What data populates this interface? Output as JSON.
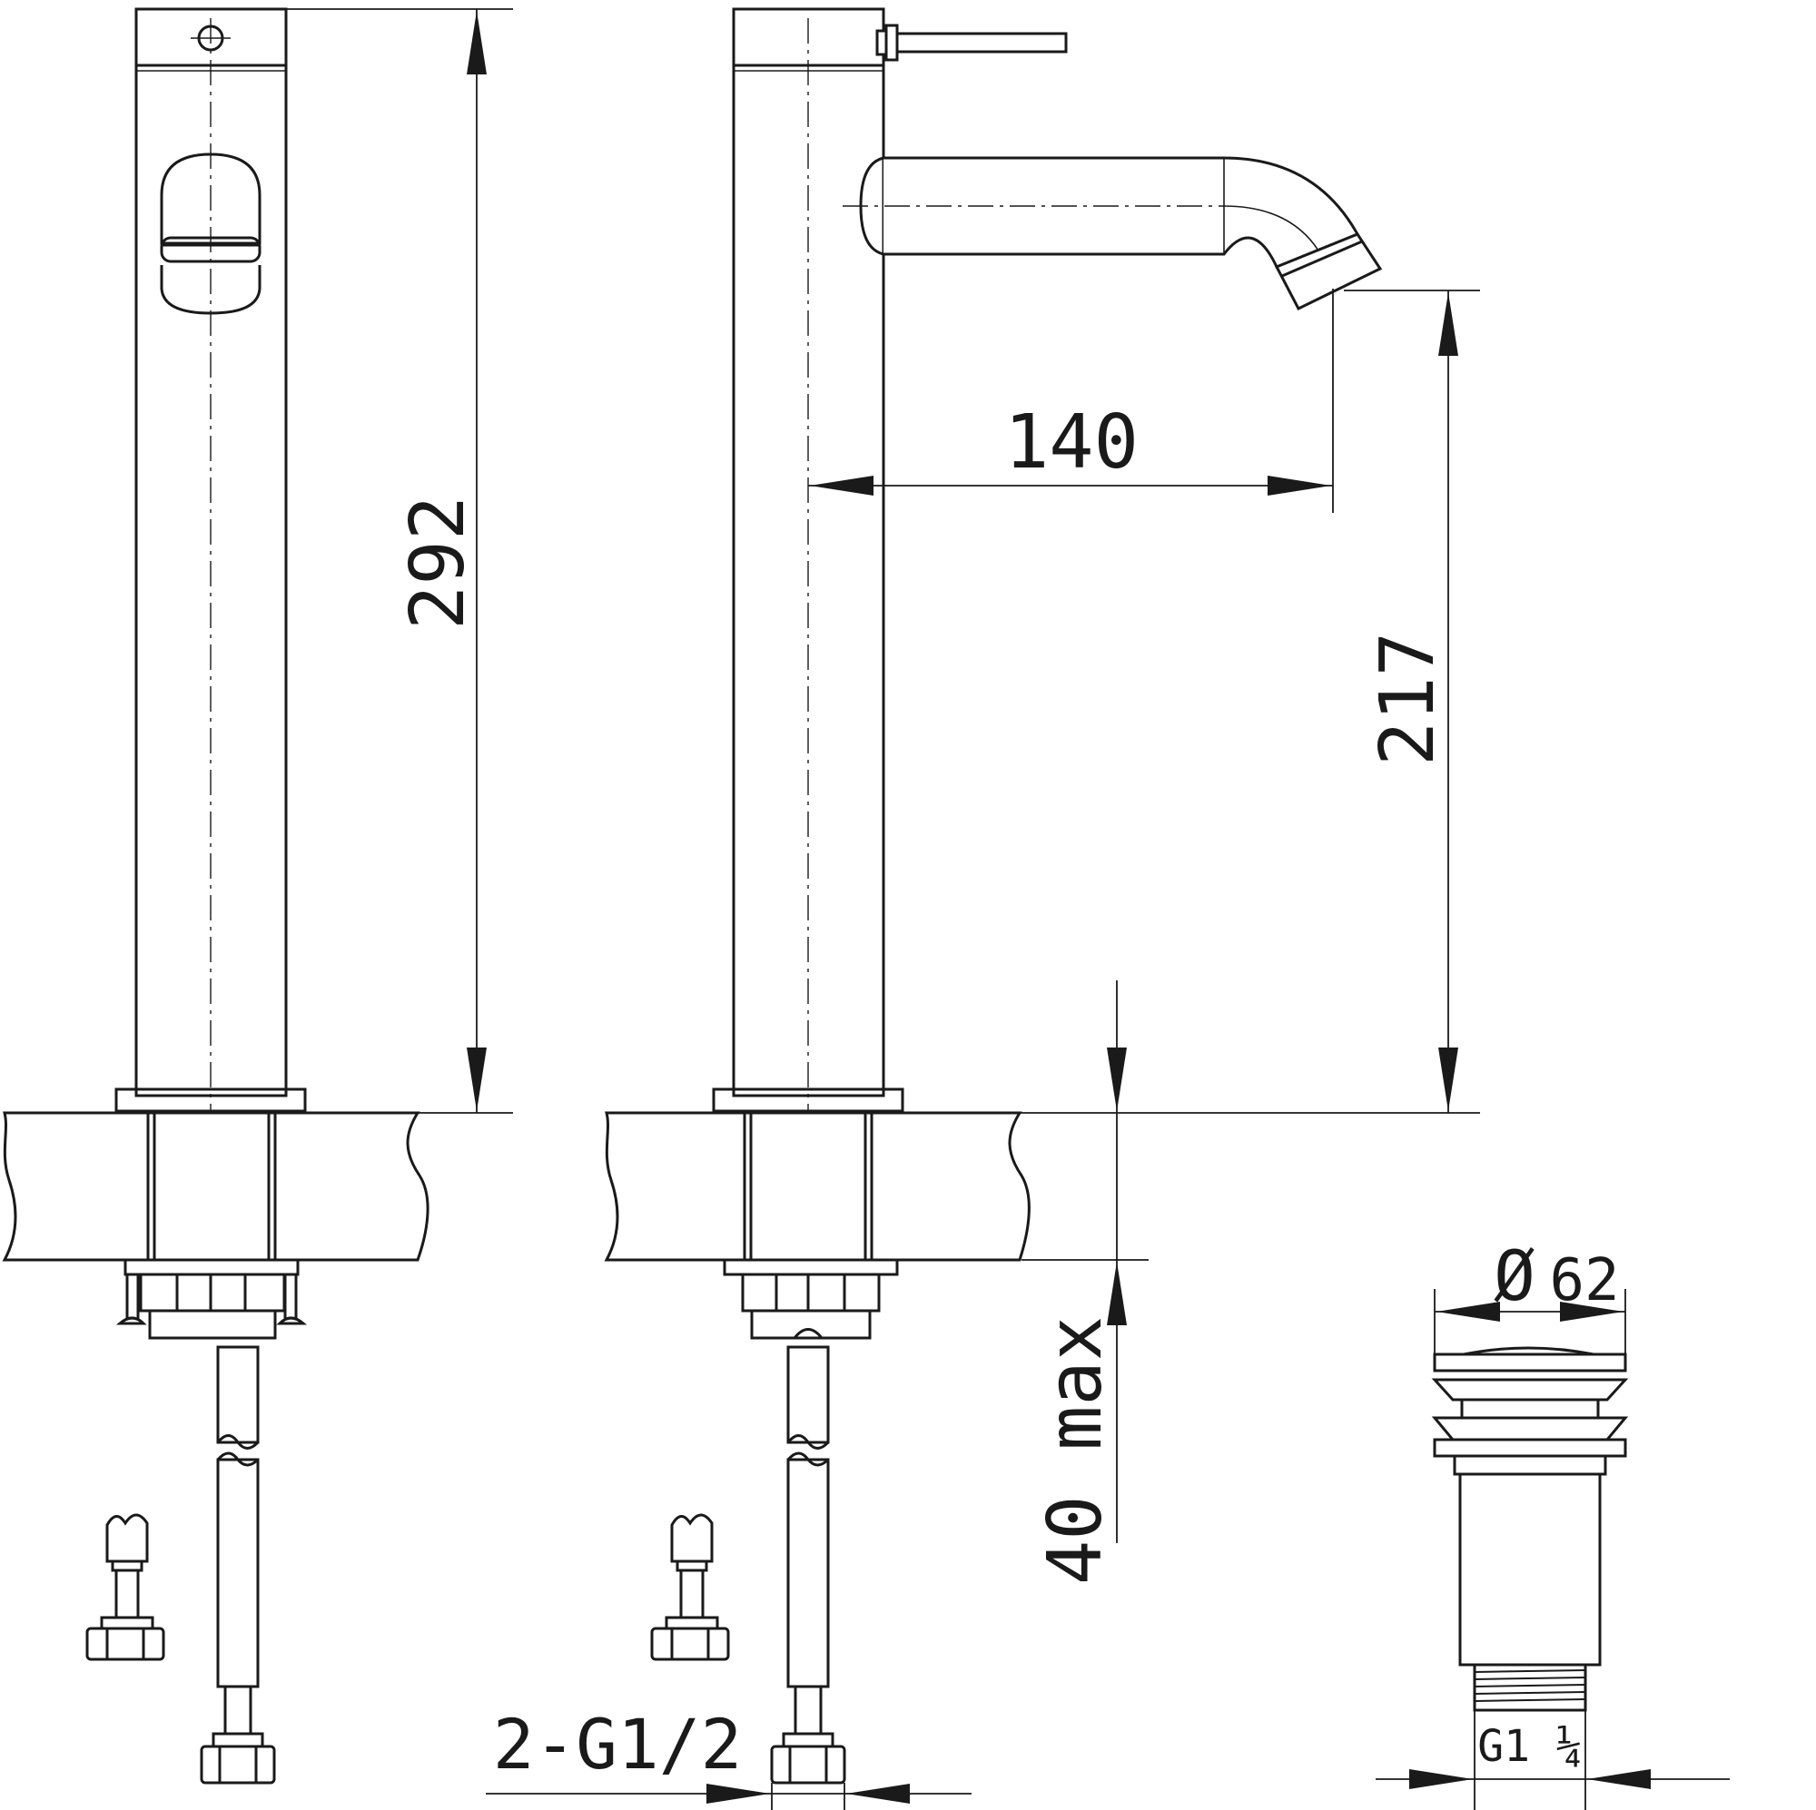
{
  "dimensions": {
    "total_height": "292",
    "spout_reach": "140",
    "spout_height": "217",
    "counter_thickness": "40 max",
    "supply_thread": "2-G1/2",
    "drain_diameter_symbol": "Ø",
    "drain_diameter_value": "62",
    "drain_thread": "G1 ¼"
  }
}
